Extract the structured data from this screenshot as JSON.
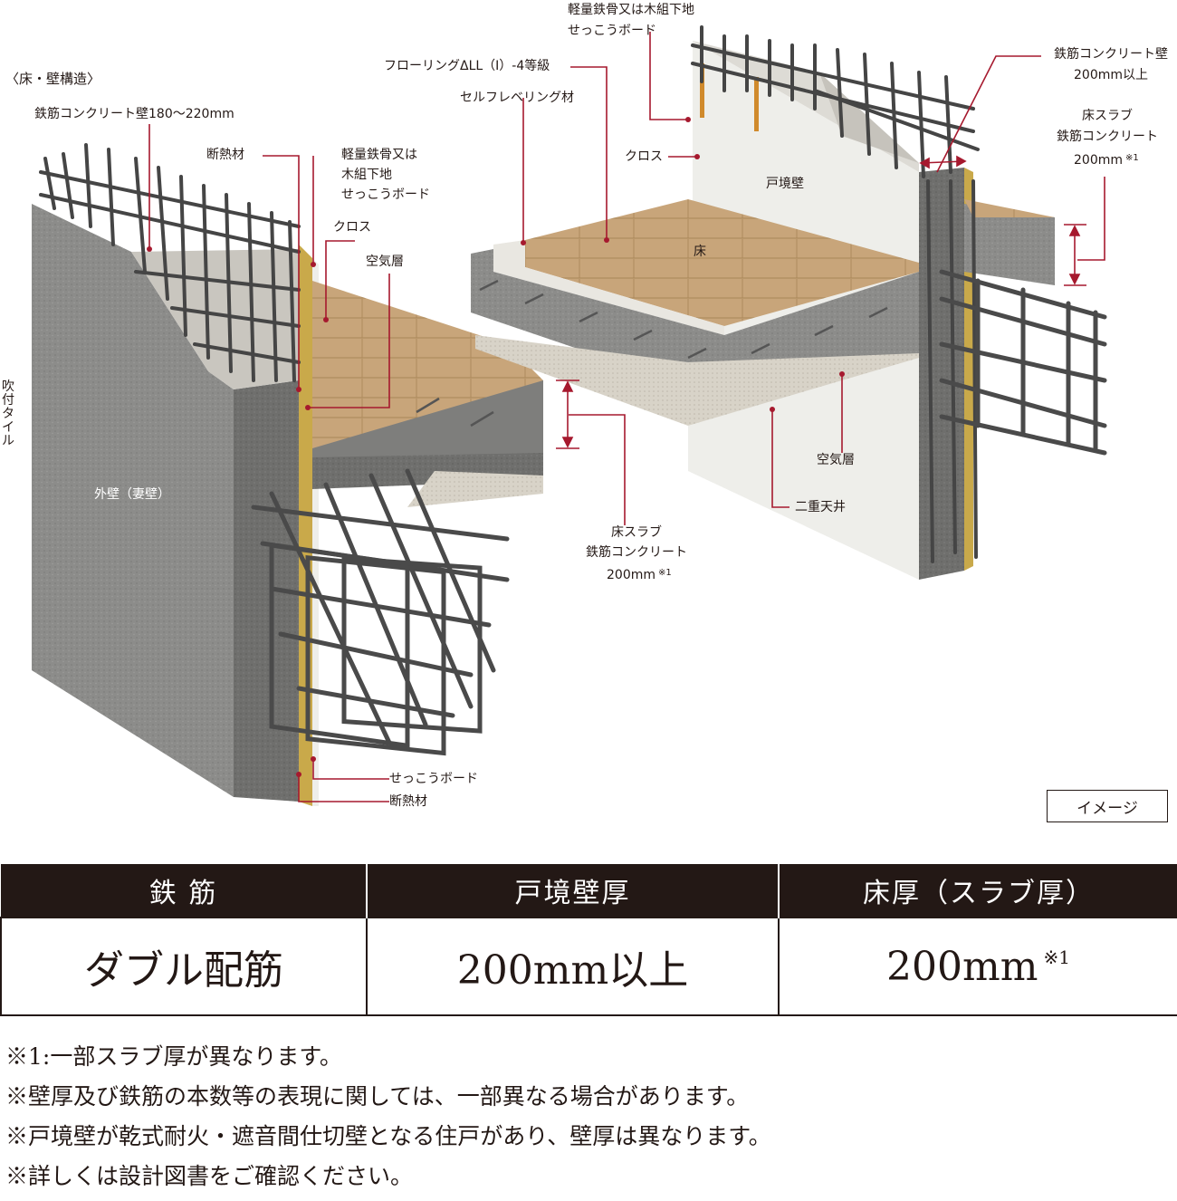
{
  "diagram": {
    "section_title": "〈床・壁構造〉",
    "labels": {
      "rc_wall": "鉄筋コンクリート壁180〜220mm",
      "insulation_top": "断熱材",
      "steel_frame_left_1": "軽量鉄骨又は",
      "steel_frame_left_2": "木組下地",
      "steel_frame_left_3": "せっこうボード",
      "cloth_left": "クロス",
      "air_layer_left": "空気層",
      "spray_tile": "吹付タイル",
      "outer_wall": "外壁（妻壁）",
      "gypsum_bottom": "せっこうボード",
      "insulation_bottom": "断熱材",
      "flooring": "フローリングΔLL（I）-4等級",
      "self_leveling": "セルフレベリング材",
      "steel_frame_top_1": "軽量鉄骨又は木組下地",
      "steel_frame_top_2": "せっこうボード",
      "cloth_right": "クロス",
      "party_wall": "戸境壁",
      "floor": "床",
      "rc_wall_right_1": "鉄筋コンクリート壁",
      "rc_wall_right_2": "200mm以上",
      "slab_right_1": "床スラブ",
      "slab_right_2": "鉄筋コンクリート",
      "slab_right_3": "200mm",
      "slab_right_note": "※1",
      "slab_mid_1": "床スラブ",
      "slab_mid_2": "鉄筋コンクリート",
      "slab_mid_3": "200mm",
      "slab_mid_note": "※1",
      "air_layer_right": "空気層",
      "double_ceiling": "二重天井"
    },
    "image_badge": "イメージ",
    "colors": {
      "leader": "#a6192e",
      "concrete": "#8a8a88",
      "wood": "#c9a77a",
      "board": "#eeeeea",
      "rebar": "#4a4a4a"
    }
  },
  "table": {
    "headers": [
      "鉄 筋",
      "戸境壁厚",
      "床厚（スラブ厚）"
    ],
    "values": [
      "ダブル配筋",
      "200mm以上",
      "200mm"
    ],
    "note_mark": "※1"
  },
  "notes": [
    "※1:一部スラブ厚が異なります。",
    "※壁厚及び鉄筋の本数等の表現に関しては、一部異なる場合があります。",
    "※戸境壁が乾式耐火・遮音間仕切壁となる住戸があり、壁厚は異なります。",
    "※詳しくは設計図書をご確認ください。"
  ]
}
